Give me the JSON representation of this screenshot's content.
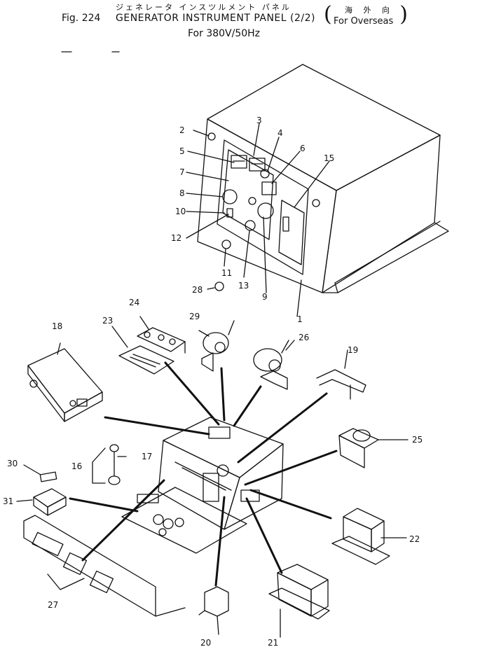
{
  "header": {
    "japanese_title": "ジェネレータ インスツルメント パネル",
    "figure_number": "Fig. 224",
    "title": "GENERATOR INSTRUMENT PANEL (2/2)",
    "subtitle": "For 380V/50Hz",
    "region_japanese": "海 外 向",
    "region": "For Overseas"
  },
  "callouts": [
    "2",
    "3",
    "4",
    "5",
    "6",
    "7",
    "8",
    "10",
    "12",
    "11",
    "13",
    "9",
    "15",
    "1",
    "28",
    "24",
    "23",
    "29",
    "26",
    "18",
    "19",
    "16",
    "17",
    "30",
    "31",
    "25",
    "22",
    "27",
    "20",
    "21"
  ]
}
